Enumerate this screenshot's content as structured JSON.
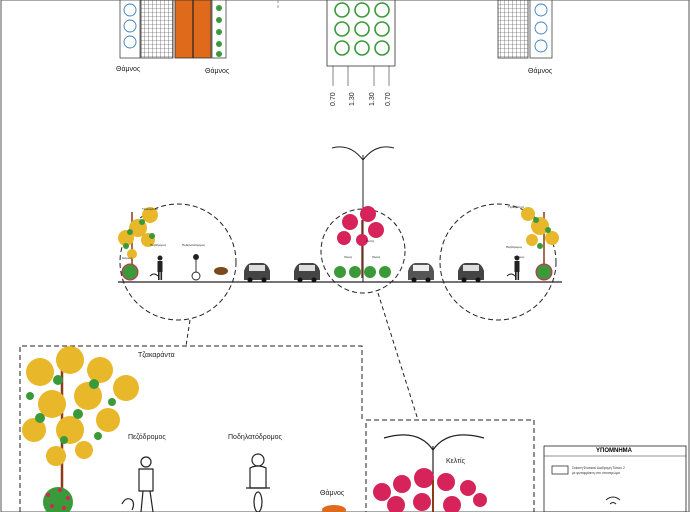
{
  "top_plan": {
    "shrub_left": "Θάμνος",
    "shrub_mid": "Θάμνος",
    "shrub_right": "Θάμνος",
    "dims": [
      "0.70",
      "1.30",
      "1.30",
      "0.70"
    ]
  },
  "section": {
    "bubble_left_labels": [
      "Τζακαράντα",
      "Πεζόδρομος",
      "Ποδηλατόδρομος",
      "Θάμνος"
    ],
    "bubble_mid_labels": [
      "Κελτίς",
      "Χλοός",
      "Χλοός"
    ],
    "bubble_right_labels": [
      "Τζακαράντα",
      "Πεζόδρομος",
      "Θάμνος"
    ]
  },
  "detail_left": {
    "tree": "Τζακαράντα",
    "walk": "Πεζόδρομος",
    "bike": "Ποδηλατόδρομος",
    "shrub": "Θάμνος"
  },
  "detail_right": {
    "tree": "Κελτίς"
  },
  "legend": {
    "title": "ΥΠΟΜΝΗΜΑ",
    "text_line1": "Σκίαση Φυσικού Διαδρομή Τύπου 2",
    "text_line2": "με φυτοφράκτη στο υποστρώμα"
  },
  "colors": {
    "orange_band": "#e06a1c",
    "green_tree": "#3a9a3a",
    "yellow_tree": "#e8b82a",
    "red_tree": "#d6245a",
    "shrub_blue": "#3a7fc0"
  }
}
